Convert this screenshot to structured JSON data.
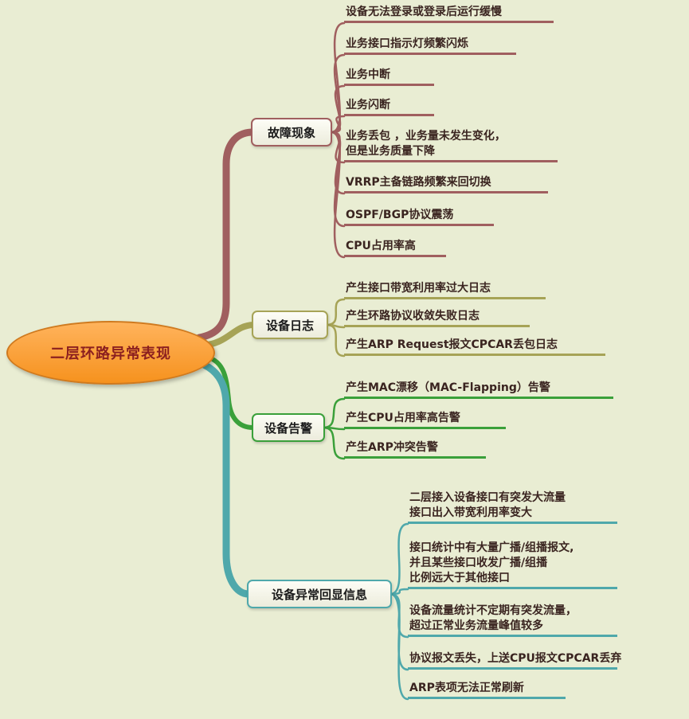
{
  "colors": {
    "background": "#e9edd3",
    "maroon": "#a05f5f",
    "olive": "#a6a356",
    "green": "#3aa03a",
    "teal": "#4fa8ab",
    "root-fill-top": "#ffb35c",
    "root-fill-bottom": "#f6921e",
    "root-border": "#cf7a1f",
    "root-text": "#8b1f1f",
    "leaf-text": "#3a2420",
    "box-text": "#1a1a1a"
  },
  "root": {
    "label": "二层环路异常表现"
  },
  "branches": [
    {
      "label": "故障现象",
      "children": [
        {
          "lines": [
            "设备无法登录或登录后运行缓慢"
          ]
        },
        {
          "lines": [
            "业务接口指示灯频繁闪烁"
          ]
        },
        {
          "lines": [
            "业务中断"
          ]
        },
        {
          "lines": [
            "业务闪断"
          ]
        },
        {
          "lines": [
            "业务丢包 ，业务量未发生变化，",
            "但是业务质量下降"
          ]
        },
        {
          "lines": [
            "VRRP主备链路频繁来回切换"
          ]
        },
        {
          "lines": [
            "OSPF/BGP协议震荡"
          ]
        },
        {
          "lines": [
            "CPU占用率高"
          ]
        }
      ]
    },
    {
      "label": "设备日志",
      "children": [
        {
          "lines": [
            "产生接口带宽利用率过大日志"
          ]
        },
        {
          "lines": [
            "产生环路协议收敛失败日志"
          ]
        },
        {
          "lines": [
            "产生ARP Request报文CPCAR丢包日志"
          ]
        }
      ]
    },
    {
      "label": "设备告警",
      "children": [
        {
          "lines": [
            "产生MAC漂移（MAC-Flapping）告警"
          ]
        },
        {
          "lines": [
            "产生CPU占用率高告警"
          ]
        },
        {
          "lines": [
            "产生ARP冲突告警"
          ]
        }
      ]
    },
    {
      "label": "设备异常回显信息",
      "children": [
        {
          "lines": [
            "二层接入设备接口有突发大流量",
            "接口出入带宽利用率变大"
          ]
        },
        {
          "lines": [
            "接口统计中有大量广播/组播报文,",
            "并且某些接口收发广播/组播",
            "比例远大于其他接口"
          ]
        },
        {
          "lines": [
            "设备流量统计不定期有突发流量，",
            "超过正常业务流量峰值较多"
          ]
        },
        {
          "lines": [
            "协议报文丢失，上送CPU报文CPCAR丢弃"
          ]
        },
        {
          "lines": [
            "ARP表项无法正常刷新"
          ]
        }
      ]
    }
  ]
}
